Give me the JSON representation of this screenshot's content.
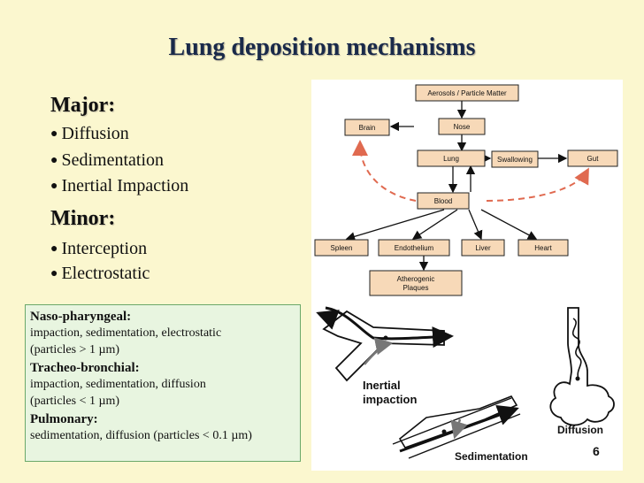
{
  "title": "Lung deposition mechanisms",
  "major": {
    "heading": "Major:",
    "items": [
      "Diffusion",
      "Sedimentation",
      "Inertial Impaction"
    ]
  },
  "minor": {
    "heading": "Minor:",
    "items": [
      "Interception",
      "Electrostatic"
    ]
  },
  "regions": [
    {
      "name": "Naso-pharyngeal:",
      "lines": [
        "impaction, sedimentation, electrostatic",
        "(particles > 1 µm)"
      ]
    },
    {
      "name": "Tracheo-bronchial:",
      "lines": [
        "impaction, sedimentation, diffusion",
        "(particles < 1 µm)"
      ]
    },
    {
      "name": "Pulmonary:",
      "lines": [
        "sedimentation, diffusion  (particles < 0.1 µm)"
      ]
    }
  ],
  "flow": {
    "nodes": {
      "aerosols": "Aerosols / Particle Matter",
      "nose": "Nose",
      "brain": "Brain",
      "lung": "Lung",
      "swallowing": "Swallowing",
      "gut": "Gut",
      "blood": "Blood",
      "spleen": "Spleen",
      "endothelium": "Endothelium",
      "liver": "Liver",
      "heart": "Heart",
      "atherogenic_1": "Atherogenic",
      "atherogenic_2": "Plaques"
    },
    "node_fill": "#f7d9b8",
    "dashed_arrow_color": "#e06a50"
  },
  "mechanism_labels": {
    "inertial_1": "Inertial",
    "inertial_2": "impaction",
    "diffusion": "Diffusion",
    "sedimentation": "Sedimentation"
  },
  "page_number": "6",
  "colors": {
    "background": "#fbf7cf",
    "title": "#1a2a4a",
    "region_box_fill": "#e8f5e0",
    "region_box_border": "#6aa86a"
  }
}
